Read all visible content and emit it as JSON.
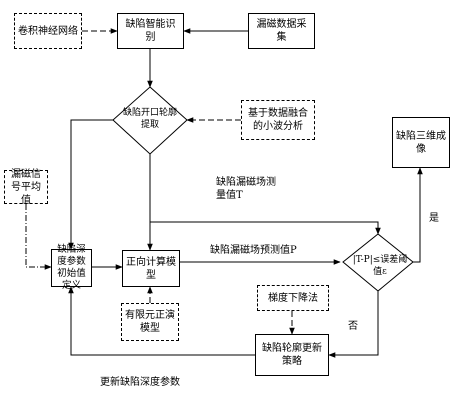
{
  "nodes": {
    "cnn": "卷积神经网络",
    "intelligent_id": "缺陷智能识别",
    "mfl_data": "漏磁数据采集",
    "contour_extract": "缺陷开口轮廓提取",
    "wavelet": "基于数据融合的小波分析",
    "signal_avg": "漏磁信号平均值",
    "depth_init": "缺陷深度参数初始值定义",
    "forward_model": "正向计算模型",
    "fem_model": "有限元正演模型",
    "compare": "|T-P|≤误差阈值ε",
    "gradient": "梯度下降法",
    "update_strategy": "缺陷轮廓更新策略",
    "three_d": "缺陷三维成像"
  },
  "edge_labels": {
    "measured": "缺陷漏磁场测量值T",
    "predicted": "缺陷漏磁场预测值P",
    "yes": "是",
    "no": "否",
    "update_depth": "更新缺陷深度参数"
  }
}
